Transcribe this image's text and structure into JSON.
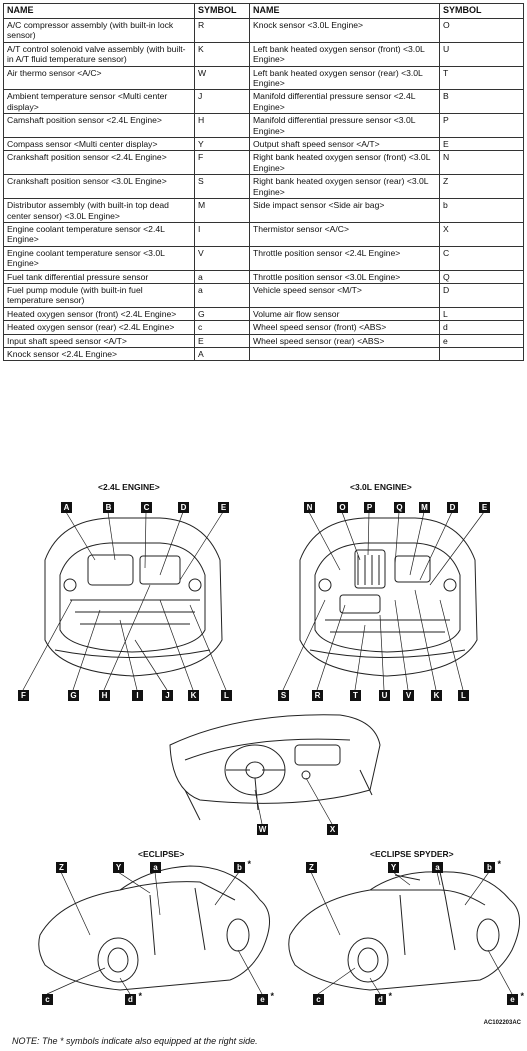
{
  "table": {
    "headers": {
      "name": "NAME",
      "symbol": "SYMBOL"
    },
    "rows": [
      {
        "l_name": "A/C compressor assembly (with built-in lock sensor)",
        "l_sym": "R",
        "r_name": "Knock sensor <3.0L Engine>",
        "r_sym": "O"
      },
      {
        "l_name": "A/T control solenoid valve assembly (with built-in A/T fluid temperature sensor)",
        "l_sym": "K",
        "r_name": "Left bank heated oxygen sensor (front) <3.0L Engine>",
        "r_sym": "U"
      },
      {
        "l_name": "Air thermo sensor <A/C>",
        "l_sym": "W",
        "r_name": "Left bank heated oxygen sensor (rear) <3.0L Engine>",
        "r_sym": "T"
      },
      {
        "l_name": "Ambient temperature sensor <Multi center display>",
        "l_sym": "J",
        "r_name": "Manifold differential pressure sensor <2.4L Engine>",
        "r_sym": "B"
      },
      {
        "l_name": "Camshaft position sensor <2.4L Engine>",
        "l_sym": "H",
        "r_name": "Manifold differential pressure sensor <3.0L Engine>",
        "r_sym": "P"
      },
      {
        "l_name": "Compass sensor <Multi center display>",
        "l_sym": "Y",
        "r_name": "Output shaft speed sensor <A/T>",
        "r_sym": "E"
      },
      {
        "l_name": "Crankshaft position sensor <2.4L Engine>",
        "l_sym": "F",
        "r_name": "Right bank heated oxygen sensor (front) <3.0L Engine>",
        "r_sym": "N"
      },
      {
        "l_name": "Crankshaft position sensor <3.0L Engine>",
        "l_sym": "S",
        "r_name": "Right bank heated oxygen sensor (rear) <3.0L Engine>",
        "r_sym": "Z"
      },
      {
        "l_name": "Distributor assembly (with built-in top dead center sensor) <3.0L Engine>",
        "l_sym": "M",
        "r_name": "Side impact sensor <Side air bag>",
        "r_sym": "b"
      },
      {
        "l_name": "Engine coolant temperature sensor <2.4L Engine>",
        "l_sym": "I",
        "r_name": "Thermistor sensor <A/C>",
        "r_sym": "X"
      },
      {
        "l_name": "Engine coolant temperature sensor <3.0L Engine>",
        "l_sym": "V",
        "r_name": "Throttle position sensor <2.4L Engine>",
        "r_sym": "C"
      },
      {
        "l_name": "Fuel tank differential pressure sensor",
        "l_sym": "a",
        "r_name": "Throttle position sensor <3.0L Engine>",
        "r_sym": "Q"
      },
      {
        "l_name": "Fuel pump module (with built-in fuel temperature sensor)",
        "l_sym": "a",
        "r_name": "Vehicle speed sensor <M/T>",
        "r_sym": "D"
      },
      {
        "l_name": "Heated oxygen sensor (front) <2.4L Engine>",
        "l_sym": "G",
        "r_name": "Volume air flow sensor",
        "r_sym": "L"
      },
      {
        "l_name": "Heated oxygen sensor (rear) <2.4L Engine>",
        "l_sym": "c",
        "r_name": "Wheel speed sensor (front) <ABS>",
        "r_sym": "d"
      },
      {
        "l_name": "Input shaft speed sensor <A/T>",
        "l_sym": "E",
        "r_name": "Wheel speed sensor (rear) <ABS>",
        "r_sym": "e"
      },
      {
        "l_name": "Knock sensor <2.4L Engine>",
        "l_sym": "A",
        "r_name": "",
        "r_sym": ""
      }
    ]
  },
  "figure": {
    "engine24_caption": "<2.4L ENGINE>",
    "engine30_caption": "<3.0L ENGINE>",
    "eclipse_caption": "<ECLIPSE>",
    "spyder_caption": "<ECLIPSE SPYDER>",
    "engine24_top": [
      "A",
      "B",
      "C",
      "D",
      "E"
    ],
    "engine24_bottom": [
      "F",
      "G",
      "H",
      "I",
      "J",
      "K",
      "L"
    ],
    "engine30_top": [
      "N",
      "O",
      "P",
      "Q",
      "M",
      "D",
      "E"
    ],
    "engine30_bottom": [
      "S",
      "R",
      "T",
      "U",
      "V",
      "K",
      "L"
    ],
    "dash_labels": [
      "W",
      "X"
    ],
    "eclipse_labels": [
      "Z",
      "Y",
      "a",
      "b",
      "c",
      "d",
      "e"
    ],
    "spyder_labels": [
      "Z",
      "Y",
      "a",
      "b",
      "c",
      "d",
      "e"
    ],
    "drawing_code": "AC102203AC",
    "note": "NOTE: The * symbols indicate also equipped at the right side."
  }
}
